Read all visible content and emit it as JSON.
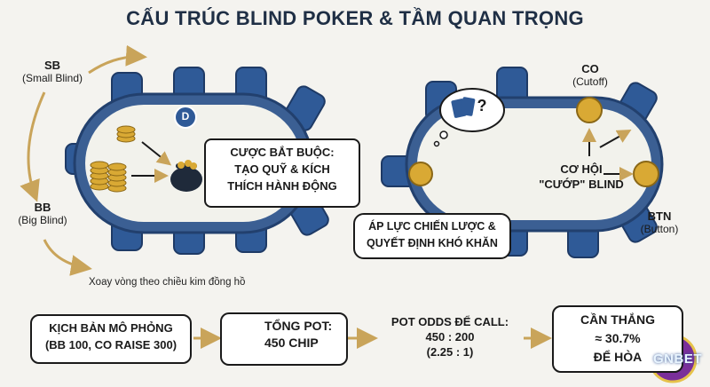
{
  "title": "CẤU TRÚC BLIND POKER & TẦM QUAN TRỌNG",
  "left_table": {
    "sb": {
      "name": "SB",
      "desc": "(Small Blind)"
    },
    "bb": {
      "name": "BB",
      "desc": "(Big Blind)"
    },
    "dealer": "D",
    "callout": [
      "CƯỢC BẮT BUỘC:",
      "TẠO QUỸ & KÍCH",
      "THÍCH HÀNH ĐỘNG"
    ],
    "rotation_note": "Xoay vòng theo chiều kim đồng hồ"
  },
  "right_table": {
    "co": {
      "name": "CO",
      "desc": "(Cutoff)"
    },
    "btn": {
      "name": "BTN",
      "desc": "(Button)"
    },
    "steal": [
      "CƠ HỘI",
      "\"CƯỚP\" BLIND"
    ],
    "pressure": [
      "ÁP LỰC CHIẾN LƯỢC &",
      "QUYẾT ĐỊNH KHÓ KHĂN"
    ],
    "thought": "?"
  },
  "flow": {
    "scenario": [
      "KỊCH BẢN MÔ PHỎNG",
      "(BB 100, CO RAISE 300)"
    ],
    "pot": [
      "TỔNG POT:",
      "450 CHIP"
    ],
    "odds": [
      "POT ODDS ĐỂ CALL:",
      "450 : 200",
      "(2.25 : 1)"
    ],
    "win": [
      "CẦN THẮNG",
      "≈ 30.7%",
      "ĐỂ HÒA"
    ]
  },
  "logo": "GNBET",
  "colors": {
    "felt_blue": "#3b5f93",
    "felt_light": "#f2f2ec",
    "chip_gold": "#d9a934",
    "seat_blue": "#2f5a97"
  }
}
